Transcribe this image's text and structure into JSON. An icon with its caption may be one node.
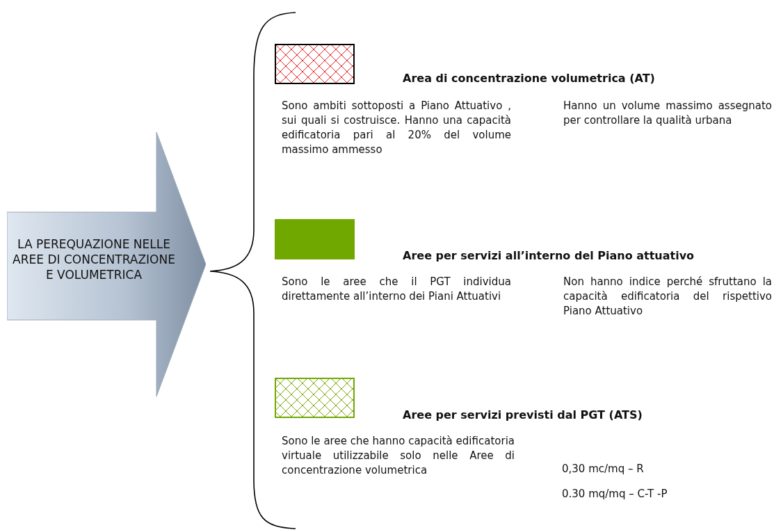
{
  "diagram": {
    "nodes": [
      {
        "text": [
          "LA PEREQUAZIONE NELLE AREE DI CONCENTRAZIONE E VOLUMETRICA"
        ]
      }
    ],
    "labels": [
      "Sono ambiti sottoposti a Piano Attuativo , sui quali si costruisce. Hanno una capacità edificatoria pari al 20% del volume massimo ammesso",
      "Hanno un volume massimo assegnato per controllare la qualità urbana",
      "Sono le aree che il PGT individua direttamente all’interno dei Piani Attuativi",
      "Non hanno indice perché sfruttano la capacità edificatoria del rispettivo Piano Attuativo",
      "Sono le aree che hanno capacità edificatoria virtuale utilizzabile solo nelle Aree di concentrazione volumetrica",
      "0,30 mc/mq – R",
      "0.30 mq/mq – C-T -P"
    ],
    "legend": [
      {
        "text": "Area di concentrazione volumetrica (AT)",
        "color": "#e02020"
      },
      {
        "text": "Aree per servizi all’interno del Piano attuativo",
        "color": "#70a800"
      },
      {
        "text": "Aree per servizi previsti dal PGT (ATS)",
        "color": "#70a800"
      }
    ]
  }
}
